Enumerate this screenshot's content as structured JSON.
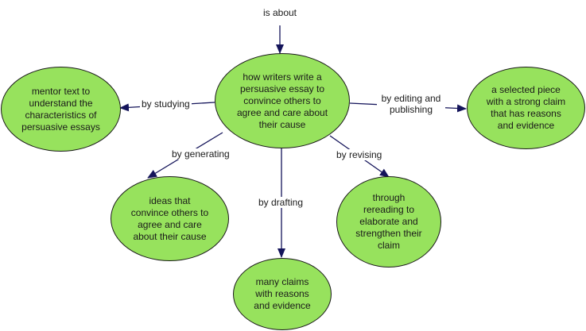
{
  "colors": {
    "node_fill": "#97e25d",
    "node_stroke": "#1a1a1a",
    "arrow": "#14145a",
    "line": "#1a1a1a"
  },
  "top_label": "is about",
  "nodes": {
    "center": "how writers write a\npersuasive essay to\nconvince others to\nagree and care about\ntheir cause",
    "mentor": "mentor text to\nunderstand the\ncharacteristics of\npersuasive essays",
    "selected": "a selected piece\nwith a strong claim\nthat has reasons\nand evidence",
    "ideas": "ideas that\nconvince others to\nagree and care\nabout their cause",
    "claims": "many claims\nwith reasons\nand evidence",
    "rereading": "through\nrereading to\nelaborate and\nstrengthen their\nclaim"
  },
  "edge_labels": {
    "studying": "by studying",
    "editing": "by editing and\npublishing",
    "generating": "by generating",
    "revising": "by revising",
    "drafting": "by drafting"
  }
}
